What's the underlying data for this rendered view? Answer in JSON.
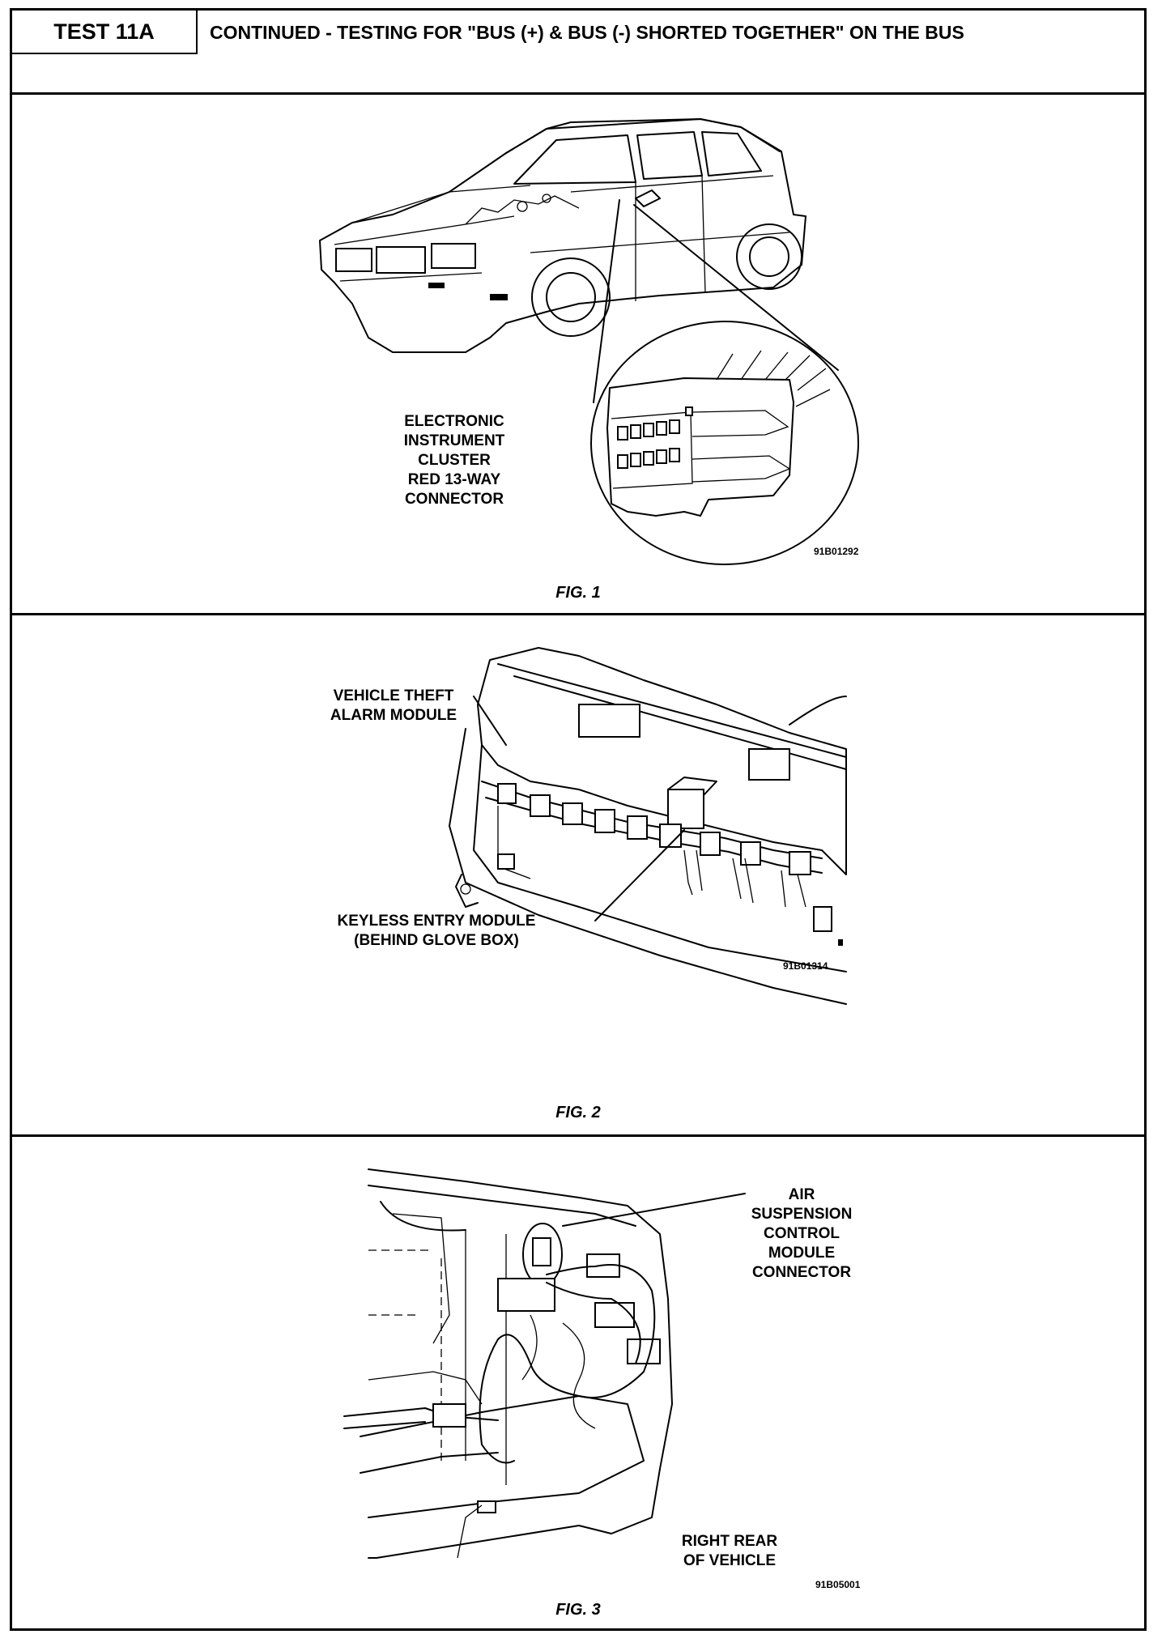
{
  "header": {
    "test_label": "TEST 11A",
    "title": "CONTINUED - TESTING FOR \"BUS (+) & BUS (-) SHORTED TOGETHER\" ON THE BUS"
  },
  "figures": [
    {
      "caption": "FIG. 1",
      "code": "91B01292",
      "labels": [
        "ELECTRONIC",
        "INSTRUMENT",
        "CLUSTER",
        "RED 13-WAY",
        "CONNECTOR"
      ]
    },
    {
      "caption": "FIG. 2",
      "code": "91B01314",
      "label_theft": [
        "VEHICLE THEFT",
        "ALARM MODULE"
      ],
      "label_keyless": [
        "KEYLESS ENTRY MODULE",
        "(BEHIND GLOVE BOX)"
      ]
    },
    {
      "caption": "FIG. 3",
      "code": "91B05001",
      "label_air": [
        "AIR",
        "SUSPENSION",
        "CONTROL",
        "MODULE",
        "CONNECTOR"
      ],
      "label_rear": [
        "RIGHT REAR",
        "OF VEHICLE"
      ]
    }
  ]
}
